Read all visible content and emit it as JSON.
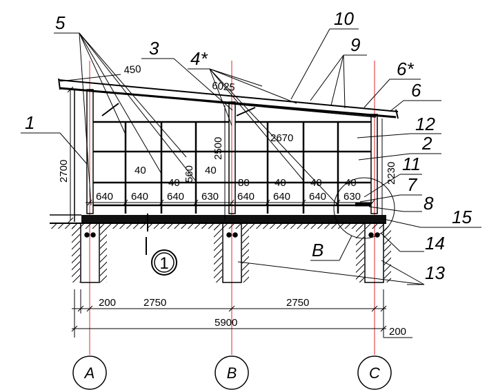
{
  "callouts": {
    "c1": "1",
    "c2": "2",
    "c3": "3",
    "c4s": "4*",
    "c5": "5",
    "c6": "6",
    "c6s": "6*",
    "c7": "7",
    "c8": "8",
    "c9": "9",
    "c10": "10",
    "c11": "11",
    "c12": "12",
    "c13": "13",
    "c14": "14",
    "c15": "15",
    "detail_b": "B"
  },
  "dimensions": {
    "roof_450": "450",
    "roof_6025": "6025",
    "height_2700": "2700",
    "height_2500": "2500",
    "height_2230": "2230",
    "inner_2670": "2670",
    "v560": "560",
    "s40_a": "40",
    "s40_b": "40",
    "s40_c": "40",
    "s40_d": "40",
    "s40_e": "40",
    "s40_f": "40",
    "s80": "80",
    "p640_1": "640",
    "p640_2": "640",
    "p640_3": "640",
    "p630_1": "630",
    "p640_4": "640",
    "p640_5": "640",
    "p640_6": "640",
    "p630_2": "630",
    "b200_left": "200",
    "b2750_a": "2750",
    "b2750_b": "2750",
    "b5900": "5900",
    "b200_right": "200"
  },
  "axes": {
    "a": "A",
    "b": "B",
    "c": "C"
  },
  "section_mark": "1"
}
